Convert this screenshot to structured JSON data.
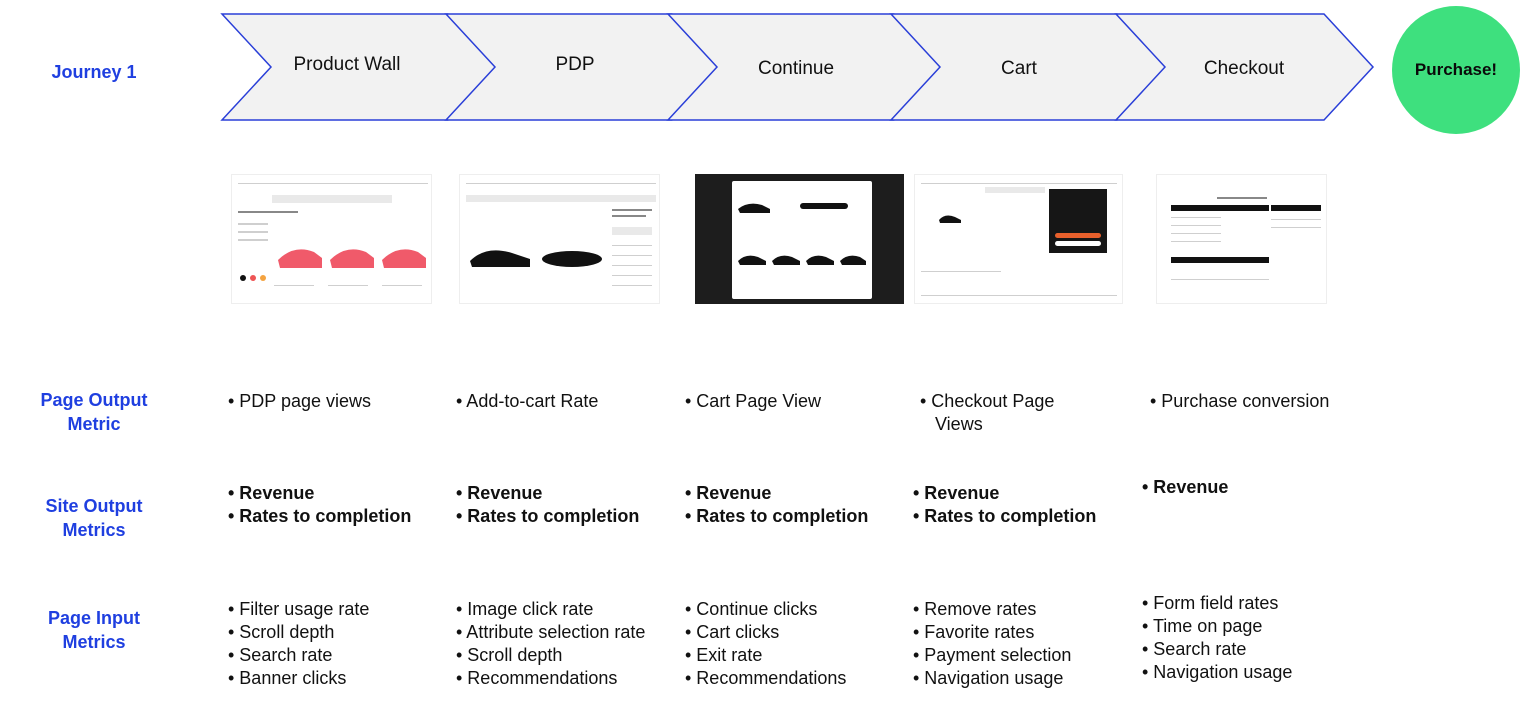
{
  "journey": {
    "label": "Journey 1",
    "steps": [
      "Product Wall",
      "PDP",
      "Continue",
      "Cart",
      "Checkout"
    ],
    "end_label": "Purchase!"
  },
  "rows": {
    "page_output": [
      "Page Output",
      "Metric"
    ],
    "site_output": [
      "Site Output",
      "Metrics"
    ],
    "page_input": [
      "Page Input",
      "Metrics"
    ]
  },
  "page_output_metrics": [
    [
      "• PDP page views"
    ],
    [
      "•  Add-to-cart Rate"
    ],
    [
      "• Cart Page View"
    ],
    [
      "• Checkout Page",
      "   Views"
    ],
    [
      "• Purchase conversion"
    ]
  ],
  "site_output_metrics": [
    [
      "• Revenue",
      "• Rates to completion"
    ],
    [
      "• Revenue",
      "• Rates to completion"
    ],
    [
      "• Revenue",
      "• Rates to completion"
    ],
    [
      "• Revenue",
      "• Rates to completion"
    ],
    [
      "• Revenue"
    ]
  ],
  "page_input_metrics": [
    [
      "• Filter usage rate",
      "• Scroll depth",
      "• Search rate",
      "• Banner clicks"
    ],
    [
      "• Image click rate",
      "• Attribute selection rate",
      "• Scroll depth",
      "• Recommendations"
    ],
    [
      "• Continue clicks",
      "• Cart clicks",
      "• Exit rate",
      "• Recommendations"
    ],
    [
      "• Remove rates",
      "• Favorite rates",
      "• Payment selection",
      "• Navigation usage"
    ],
    [
      "• Form field rates",
      "• Time on page",
      "• Search rate",
      "• Navigation usage"
    ]
  ],
  "colors": {
    "label_blue": "#1f3fe0",
    "chevron_fill": "#f2f2f2",
    "chevron_stroke": "#2a3fd8",
    "purchase_green": "#3ee07e"
  },
  "screenshots": [
    "product-wall-screenshot",
    "pdp-screenshot",
    "continue-modal-screenshot",
    "cart-screenshot",
    "checkout-screenshot"
  ]
}
